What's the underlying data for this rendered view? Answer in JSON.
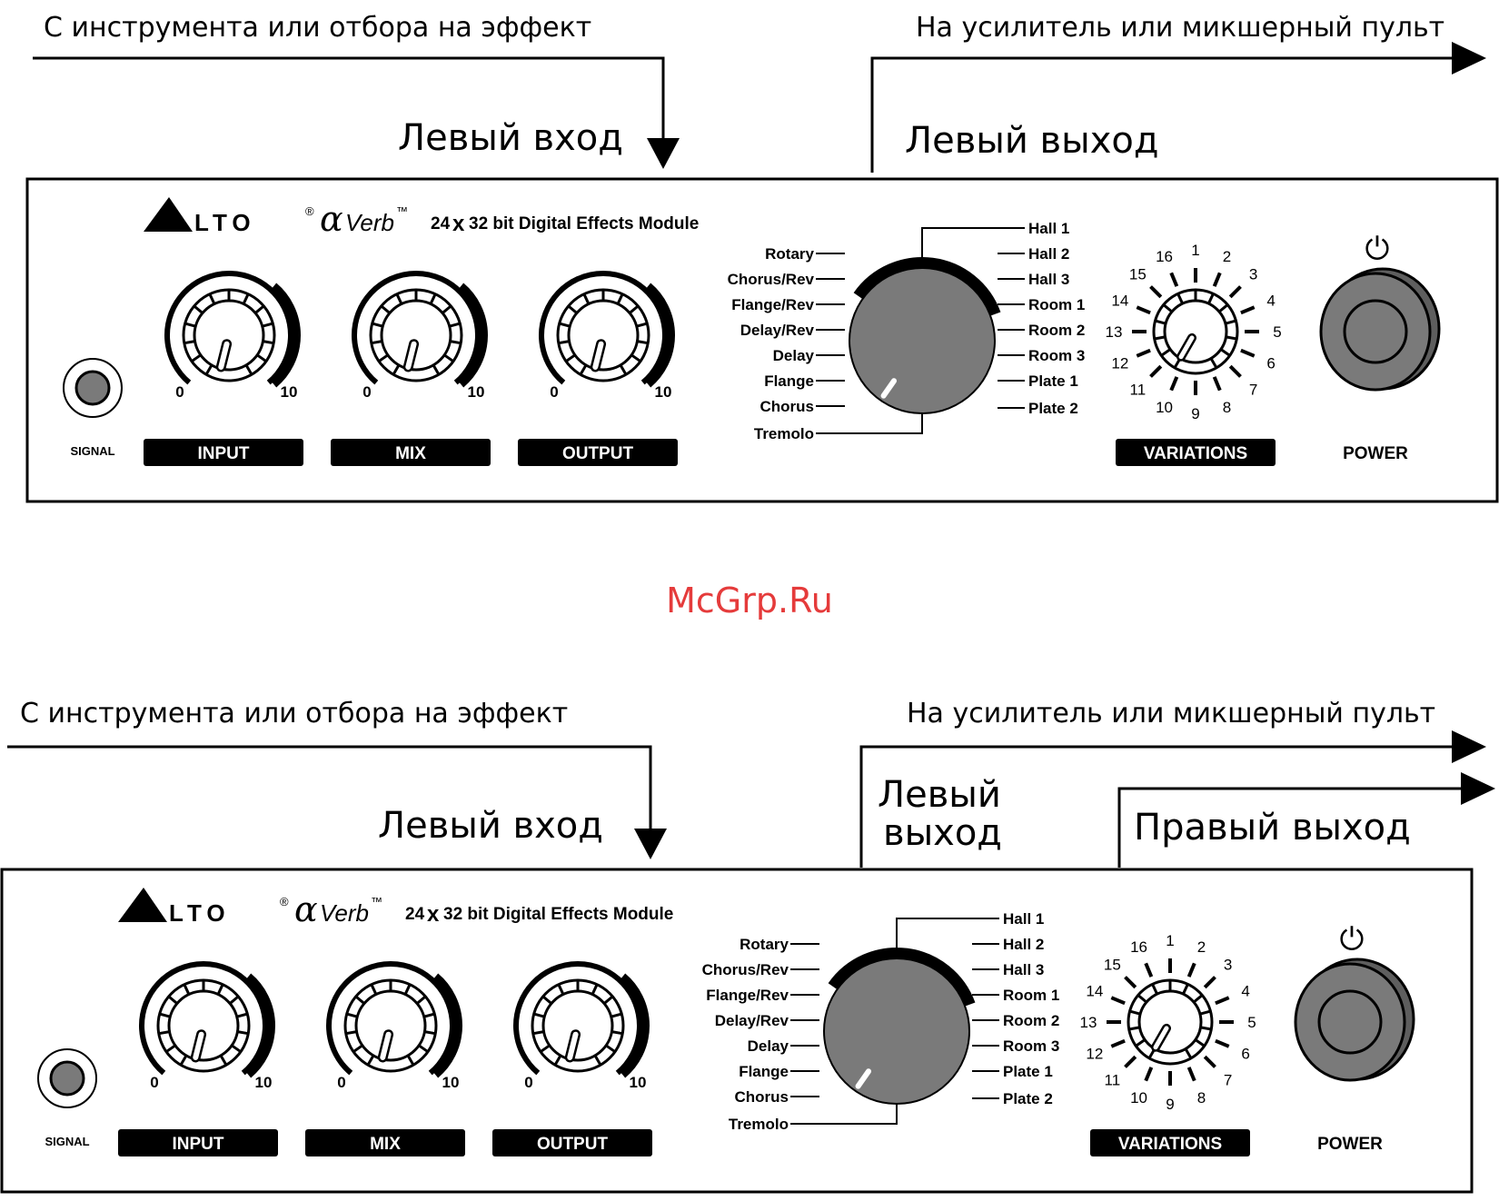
{
  "diagrams": [
    {
      "id": "stereo-out-off",
      "top_left_text": "С инструмента или отбора на эффект",
      "top_right_text": "На усилитель или микшерный пульт",
      "left_input_label": "Левый вход",
      "left_output_label": "Левый выход",
      "right_output_label": ""
    },
    {
      "id": "stereo-out-on",
      "top_left_text": "С инструмента или отбора на эффект",
      "top_right_text": "На усилитель или микшерный пульт",
      "left_input_label": "Левый вход",
      "left_output_label_line1": "Левый",
      "left_output_label_line2": "выход",
      "right_output_label": "Правый выход"
    }
  ],
  "device": {
    "brand": "LTO",
    "registered_mark": "®",
    "product": "Verb",
    "trademark": "™",
    "alpha_glyph": "α",
    "model_text_a": "24",
    "model_text_x": "x",
    "model_text_b": "32 bit Digital Effects Module",
    "signal_label": "SIGNAL",
    "knobs": [
      {
        "label": "INPUT",
        "min": "0",
        "max": "10",
        "level": 0.3
      },
      {
        "label": "MIX",
        "min": "0",
        "max": "10",
        "level": 0.3
      },
      {
        "label": "OUTPUT",
        "min": "0",
        "max": "10",
        "level": 0.3
      }
    ],
    "effects_left": [
      "Rotary",
      "Chorus/Rev",
      "Flange/Rev",
      "Delay/Rev",
      "Delay",
      "Flange",
      "Chorus",
      "Tremolo"
    ],
    "effects_right": [
      "Hall 1",
      "Hall 2",
      "Hall 3",
      "Room 1",
      "Room 2",
      "Room 3",
      "Plate 1",
      "Plate 2"
    ],
    "variations": [
      "1",
      "2",
      "3",
      "4",
      "5",
      "6",
      "7",
      "8",
      "9",
      "10",
      "11",
      "12",
      "13",
      "14",
      "15",
      "16"
    ],
    "variations_label": "VARIATIONS",
    "power_symbol": "⏻",
    "power_label": "POWER"
  },
  "watermark": "McGrp.Ru"
}
